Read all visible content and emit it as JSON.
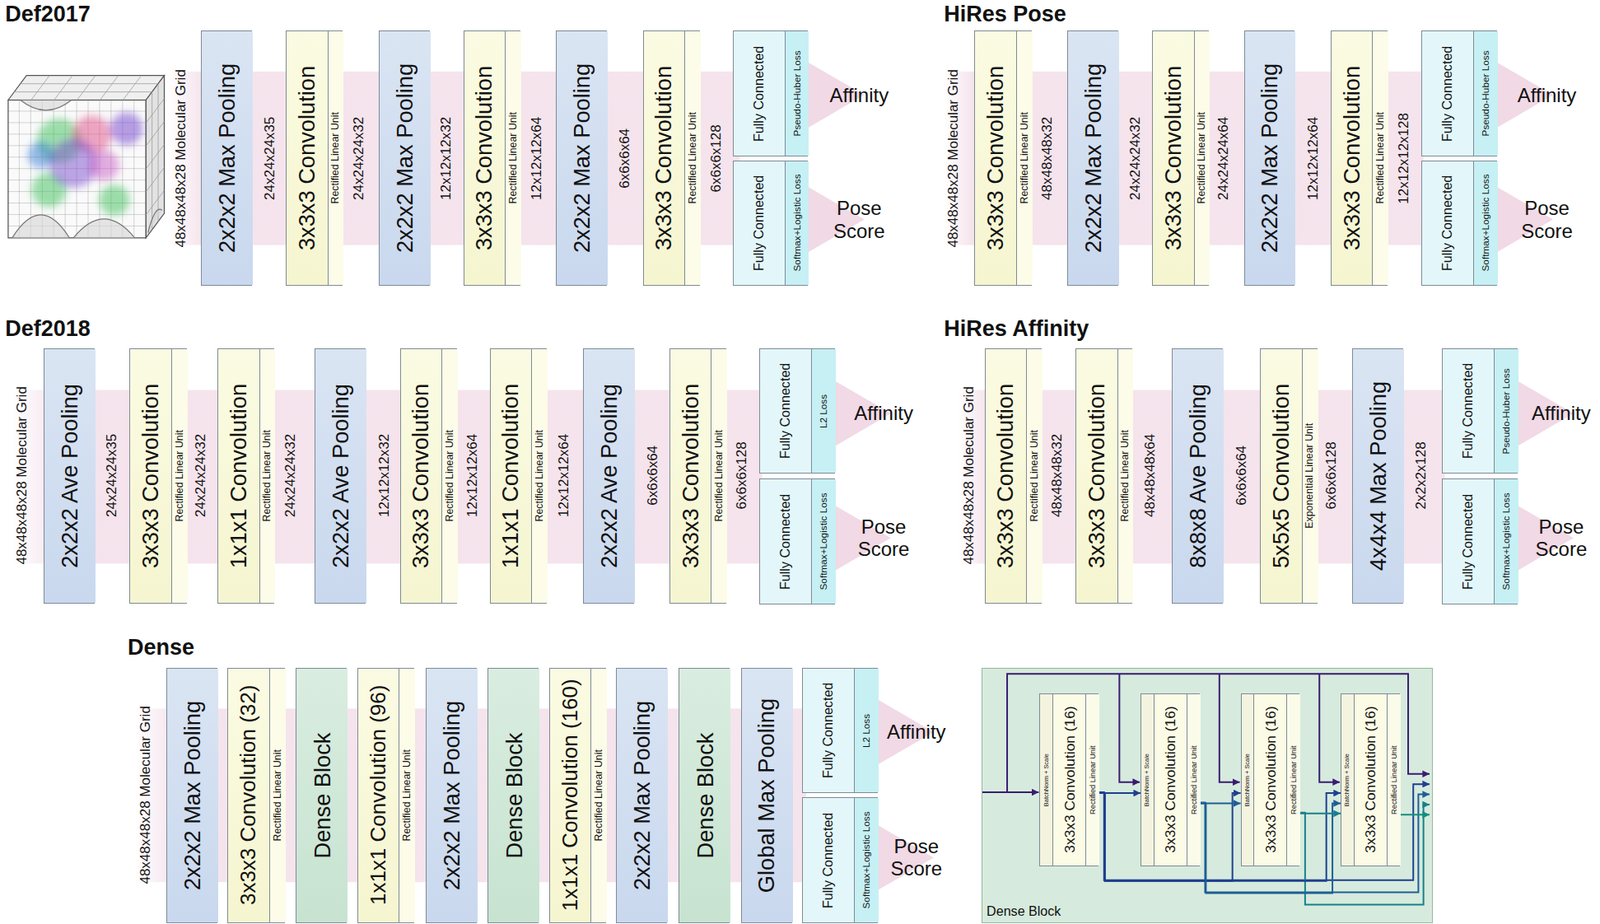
{
  "diagram": {
    "nodes": [
      {
        "text": [
          "2x2x2 Max Pooling"
        ]
      },
      {
        "text": [
          "3x3x3 Convolution",
          "Rectified Linear Unit"
        ]
      },
      {
        "text": [
          "2x2x2 Max Pooling"
        ]
      },
      {
        "text": [
          "3x3x3 Convolution",
          "Rectified Linear Unit"
        ]
      },
      {
        "text": [
          "2x2x2 Max Pooling"
        ]
      },
      {
        "text": [
          "3x3x3 Convolution",
          "Rectified Linear Unit"
        ]
      },
      {
        "text": [
          "Fully Connected",
          "Pseudo-Huber Loss"
        ]
      },
      {
        "text": [
          "Fully Connected",
          "Softmax+Logistic Loss"
        ]
      },
      {
        "text": [
          "3x3x3 Convolution",
          "Rectified Linear Unit"
        ]
      },
      {
        "text": [
          "2x2x2 Max Pooling"
        ]
      },
      {
        "text": [
          "3x3x3 Convolution",
          "Rectified Linear Unit"
        ]
      },
      {
        "text": [
          "2x2x2 Max Pooling"
        ]
      },
      {
        "text": [
          "3x3x3 Convolution",
          "Rectified Linear Unit"
        ]
      },
      {
        "text": [
          "Fully Connected",
          "Pseudo-Huber Loss"
        ]
      },
      {
        "text": [
          "Fully Connected",
          "Softmax+Logistic Loss"
        ]
      },
      {
        "text": [
          "2x2x2 Ave Pooling"
        ]
      },
      {
        "text": [
          "3x3x3 Convolution",
          "Rectified Linear Unit"
        ]
      },
      {
        "text": [
          "1x1x1 Convolution",
          "Rectified Linear Unit"
        ]
      },
      {
        "text": [
          "2x2x2 Ave Pooling"
        ]
      },
      {
        "text": [
          "3x3x3 Convolution",
          "Rectified Linear Unit"
        ]
      },
      {
        "text": [
          "1x1x1 Convolution",
          "Rectified Linear Unit"
        ]
      },
      {
        "text": [
          "2x2x2 Ave Pooling"
        ]
      },
      {
        "text": [
          "3x3x3 Convolution",
          "Rectified Linear Unit"
        ]
      },
      {
        "text": [
          "Fully Connected",
          "L2 Loss"
        ]
      },
      {
        "text": [
          "Fully Connected",
          "Softmax+Logistic Loss"
        ]
      },
      {
        "text": [
          "3x3x3 Convolution",
          "Rectified Linear Unit"
        ]
      },
      {
        "text": [
          "3x3x3 Convolution",
          "Rectified Linear Unit"
        ]
      },
      {
        "text": [
          "8x8x8 Ave Pooling"
        ]
      },
      {
        "text": [
          "5x5x5 Convolution",
          "Exponential Linear Unit"
        ]
      },
      {
        "text": [
          "4x4x4 Max Pooling"
        ]
      },
      {
        "text": [
          "Fully Connected",
          "Pseudo-Huber Loss"
        ]
      },
      {
        "text": [
          "Fully Connected",
          "Softmax+Logistic Loss"
        ]
      },
      {
        "text": [
          "2x2x2 Max Pooling"
        ]
      },
      {
        "text": [
          "3x3x3 Convolution (32)",
          "Rectified Linear Unit"
        ]
      },
      {
        "text": [
          "Dense Block"
        ]
      },
      {
        "text": [
          "1x1x1 Convolution (96)",
          "Rectified Linear Unit"
        ]
      },
      {
        "text": [
          "2x2x2 Max Pooling"
        ]
      },
      {
        "text": [
          "Dense Block"
        ]
      },
      {
        "text": [
          "1x1x1 Convolution (160)",
          "Rectified Linear Unit"
        ]
      },
      {
        "text": [
          "2x2x2 Max Pooling"
        ]
      },
      {
        "text": [
          "Dense Block"
        ]
      },
      {
        "text": [
          "Global Max Pooling"
        ]
      },
      {
        "text": [
          "Fully Connected",
          "L2 Loss"
        ]
      },
      {
        "text": [
          "Fully Connected",
          "Softmax+Logistic Loss"
        ]
      },
      {
        "text": [
          "Dense Block"
        ]
      },
      {
        "text": [
          "BatchNorm + Scale",
          "3x3x3 Convolution (16)",
          "Rectified Linear Unit"
        ],
        "in": 44
      },
      {
        "text": [
          "BatchNorm + Scale",
          "3x3x3 Convolution (16)",
          "Rectified Linear Unit"
        ],
        "in": 44
      },
      {
        "text": [
          "BatchNorm + Scale",
          "3x3x3 Convolution (16)",
          "Rectified Linear Unit"
        ],
        "in": 44
      },
      {
        "text": [
          "BatchNorm + Scale",
          "3x3x3 Convolution (16)",
          "Rectified Linear Unit"
        ],
        "in": 44
      }
    ],
    "edges": [
      {
        "from": 45,
        "to": 46,
        "arrow": "to"
      },
      {
        "from": 45,
        "to": 47,
        "arrow": "to"
      },
      {
        "from": 45,
        "to": 48,
        "arrow": "to"
      },
      {
        "from": 46,
        "to": 47,
        "arrow": "to"
      },
      {
        "from": 46,
        "to": 48,
        "arrow": "to"
      },
      {
        "from": 47,
        "to": 48,
        "arrow": "to"
      }
    ],
    "labels": [
      "Def2017",
      "48x48x48x28 Molecular Grid",
      "24x24x24x35",
      "24x24x24x32",
      "12x12x12x32",
      "12x12x12x64",
      "6x6x6x64",
      "6x6x6x128",
      "Affinity",
      "Pose Score",
      "HiRes Pose",
      "48x48x48x28 Molecular Grid",
      "48x48x48x32",
      "24x24x24x32",
      "24x24x24x64",
      "12x12x12x64",
      "12x12x12x128",
      "Affinity",
      "Pose Score",
      "Def2018",
      "48x48x48x28 Molecular Grid",
      "24x24x24x35",
      "24x24x24x32",
      "24x24x24x32",
      "12x12x12x32",
      "12x12x12x64",
      "12x12x12x64",
      "6x6x6x64",
      "6x6x6x128",
      "Affinity",
      "Pose Score",
      "HiRes Affinity",
      "48x48x48x28 Molecular Grid",
      "48x48x48x32",
      "48x48x48x64",
      "6x6x6x64",
      "6x6x6x128",
      "2x2x2x128",
      "Affinity",
      "Pose Score",
      "Dense",
      "48x48x48x28 Molecular Grid",
      "Affinity",
      "Pose Score"
    ]
  }
}
